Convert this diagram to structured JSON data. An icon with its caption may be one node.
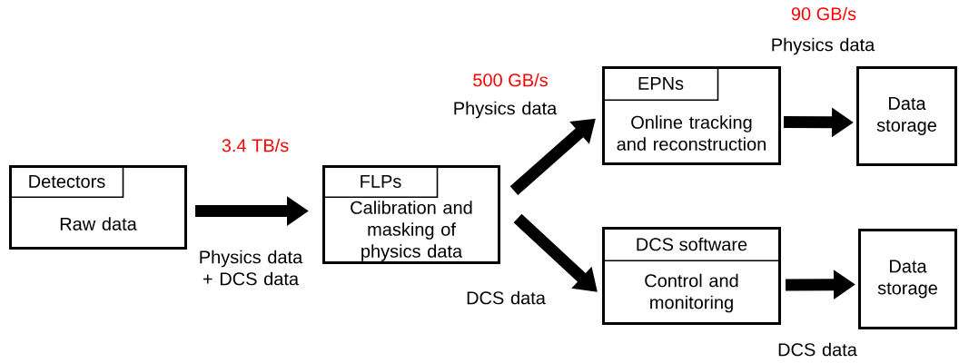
{
  "diagram": {
    "nodes": [
      {
        "text": [
          "Detectors",
          "Raw data"
        ]
      },
      {
        "text": [
          "FLPs",
          "Calibration and masking of physics data"
        ]
      },
      {
        "text": [
          "EPNs",
          "Online tracking and reconstruction"
        ]
      },
      {
        "text": [
          "DCS software",
          "Control and monitoring"
        ]
      },
      {
        "text": [
          "Data storage"
        ]
      },
      {
        "text": [
          "Data storage"
        ]
      }
    ],
    "edges": [
      {
        "from": 0,
        "to": 1,
        "arrow": "to",
        "label": "Physics data + DCS data"
      },
      {
        "from": 1,
        "to": 2,
        "arrow": "to",
        "label": "Physics data"
      },
      {
        "from": 1,
        "to": 3,
        "arrow": "to",
        "label": "DCS data"
      },
      {
        "from": 2,
        "to": 4,
        "arrow": "to",
        "label": "Physics data"
      },
      {
        "from": 3,
        "to": 5,
        "arrow": "to",
        "label": "DCS data"
      }
    ],
    "labels": [
      "3.4 TB/s",
      "500 GB/s",
      "90 GB/s"
    ]
  }
}
